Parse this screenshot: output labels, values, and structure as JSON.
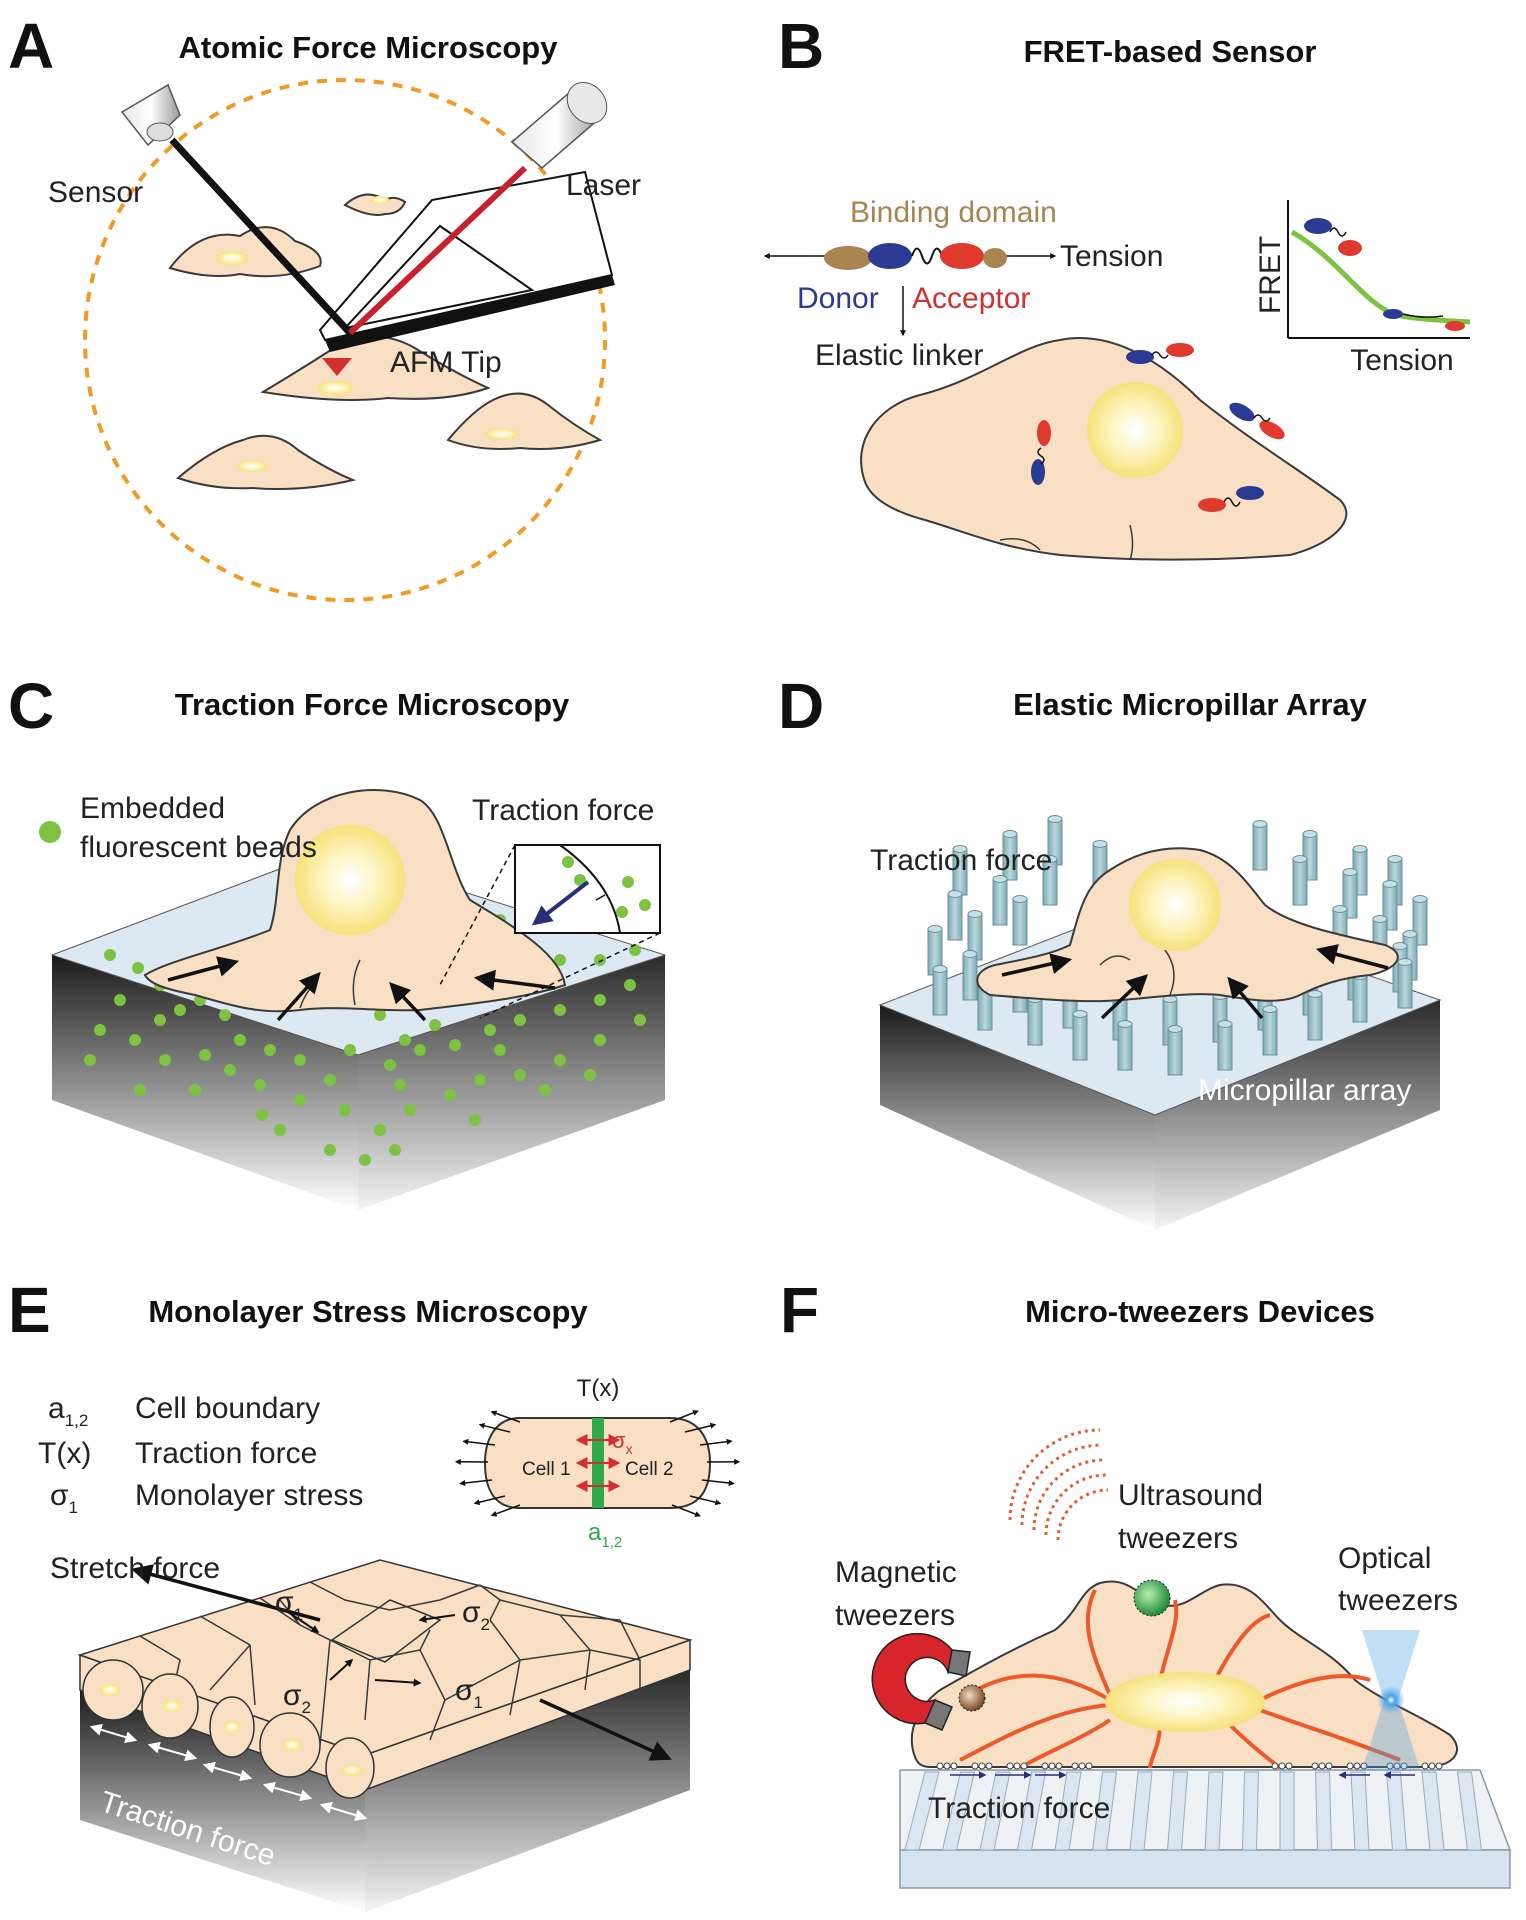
{
  "panels": {
    "A": {
      "letter": "A",
      "title": "Atomic Force Microscopy",
      "labels": {
        "sensor": "Sensor",
        "laser": "Laser",
        "tip": "AFM Tip"
      }
    },
    "B": {
      "letter": "B",
      "title": "FRET-based Sensor",
      "labels": {
        "binding": "Binding domain",
        "tension": "Tension",
        "donor": "Donor",
        "acceptor": "Acceptor",
        "linker": "Elastic linker",
        "fret_axis": "FRET",
        "tension_axis": "Tension"
      }
    },
    "C": {
      "letter": "C",
      "title": "Traction Force Microscopy",
      "labels": {
        "beads_1": "Embedded",
        "beads_2": "fluorescent beads",
        "traction": "Traction force"
      }
    },
    "D": {
      "letter": "D",
      "title": "Elastic Micropillar Array",
      "labels": {
        "traction": "Traction force",
        "array": "Micropillar array"
      }
    },
    "E": {
      "letter": "E",
      "title": "Monolayer Stress Microscopy",
      "legend": [
        {
          "sym": "a",
          "sub": "1,2",
          "text": "Cell boundary"
        },
        {
          "sym": "T(x)",
          "sub": "",
          "text": "Traction force"
        },
        {
          "sym": "σ",
          "sub": "1",
          "text": "Monolayer stress"
        }
      ],
      "labels": {
        "tx": "T(x)",
        "cell1": "Cell 1",
        "cell2": "Cell 2",
        "sigma_x": "σ",
        "sigma_x_sub": "x",
        "a12": "a",
        "a12_sub": "1,2",
        "stretch": "Stretch force",
        "traction": "Traction force",
        "sigma": "σ",
        "sub1": "1",
        "sub2": "2"
      }
    },
    "F": {
      "letter": "F",
      "title": "Micro-tweezers Devices",
      "labels": {
        "ultra_1": "Ultrasound",
        "ultra_2": "tweezers",
        "mag_1": "Magnetic",
        "mag_2": "tweezers",
        "opt_1": "Optical",
        "opt_2": "tweezers",
        "traction": "Traction force"
      }
    }
  },
  "colors": {
    "cell_fill": "#f9dfc4",
    "nucleus": "#fbe99a",
    "laser": "#c8202f",
    "bead_green": "#7dc242",
    "donor": "#2b3a93",
    "acceptor": "#e03a2f",
    "binding": "#a8844f",
    "dashed_circle": "#f39a25",
    "pillar": "#9fc4cc",
    "fiber": "#ec5a2b"
  }
}
